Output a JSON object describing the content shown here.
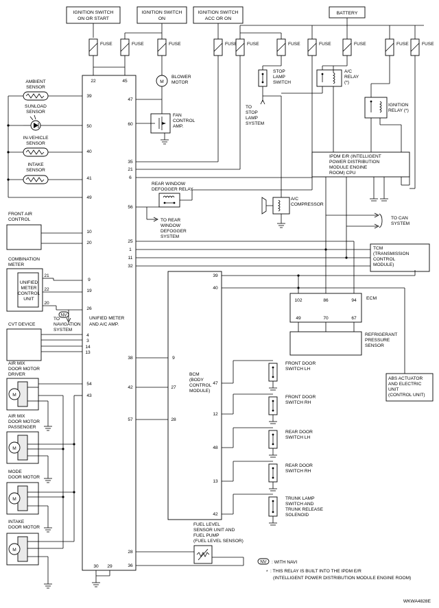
{
  "power_sources": {
    "ign_on_start": [
      "IGNITION SWITCH",
      "ON OR START"
    ],
    "ign_on": [
      "IGNITION SWITCH",
      "ON"
    ],
    "ign_acc": [
      "IGNITION SWITCH",
      "ACC OR ON"
    ],
    "battery": "BATTERY"
  },
  "fuse_label": "FUSE",
  "unified_meter": {
    "title": [
      "UNIFIED METER",
      "AND A/C AMP."
    ],
    "pins_left": [
      "39",
      "50",
      "40",
      "41",
      "49",
      "10",
      "20",
      "9",
      "19",
      "26",
      "4",
      "3",
      "14",
      "13",
      "54",
      "43"
    ],
    "pins_right": [
      "47",
      "60",
      "35",
      "21",
      "6",
      "56",
      "25",
      "1",
      "11",
      "32",
      "38",
      "42",
      "57",
      "28",
      "36"
    ],
    "pins_top": [
      "22",
      "45"
    ],
    "pins_bottom": [
      "30",
      "29"
    ]
  },
  "sensors": {
    "ambient": [
      "AMBIENT",
      "SENSOR"
    ],
    "sunload": [
      "SUNLOAD",
      "SENSOR"
    ],
    "in_vehicle": [
      "IN-VEHICLE",
      "SENSOR"
    ],
    "intake": [
      "INTAKE",
      "SENSOR"
    ]
  },
  "front_air_control": [
    "FRONT AIR",
    "CONTROL"
  ],
  "combination_meter": {
    "title": [
      "COMBINATION",
      "METER"
    ],
    "unit": [
      "UNIFIED",
      "METER",
      "CONTROL",
      "UNIT"
    ],
    "pins": [
      "21",
      "22",
      "20"
    ]
  },
  "navi_badge": "NV",
  "to_navigation": [
    "TO",
    "NAVIGATION",
    "SYSTEM"
  ],
  "cvt_device": "CVT DEVICE",
  "motors": {
    "driver": [
      "AIR MIX",
      "DOOR MOTOR",
      "DRIVER"
    ],
    "passenger": [
      "AIR MIX",
      "DOOR MOTOR",
      "PASSENGER"
    ],
    "mode": [
      "MODE",
      "DOOR MOTOR"
    ],
    "intake": [
      "INTAKE",
      "DOOR MOTOR"
    ],
    "symbol": "M"
  },
  "blower_motor": [
    "BLOWER",
    "MOTOR"
  ],
  "fan_control": [
    "FAN",
    "CONTROL",
    "AMP."
  ],
  "rear_defogger_relay": [
    "REAR WINDOW",
    "DEFOGGER RELAY"
  ],
  "to_rear_defogger": [
    "TO REAR",
    "WINDOW",
    "DEFOGGER",
    "SYSTEM"
  ],
  "stop_lamp_switch": [
    "STOP",
    "LAMP",
    "SWITCH"
  ],
  "to_stop_lamp": [
    "TO",
    "STOP",
    "LAMP",
    "SYSTEM"
  ],
  "ac_relay": [
    "A/C",
    "RELAY",
    "(*)"
  ],
  "ignition_relay": [
    "IGNITION",
    "RELAY (*)"
  ],
  "ipdm": [
    "IPDM E/R (INTELLIGENT",
    "POWER DISTRIBUTION",
    "MODULE ENGINE",
    "ROOM) CPU"
  ],
  "ac_compressor": [
    "A/C",
    "COMPRESSOR"
  ],
  "to_can": [
    "TO CAN",
    "SYSTEM"
  ],
  "tcm": [
    "TCM",
    "(TRANSMISSION",
    "CONTROL",
    "MODULE)"
  ],
  "ecm": {
    "title": "ECM",
    "pins_top": [
      "102",
      "86",
      "94"
    ],
    "pins_bottom": [
      "49",
      "70",
      "67"
    ]
  },
  "refrigerant_sensor": [
    "REFRIGERANT",
    "PRESSURE",
    "SENSOR"
  ],
  "abs_unit": [
    "ABS ACTUATOR",
    "AND ELECTRIC",
    "UNIT",
    "(CONTROL UNIT)"
  ],
  "bcm": {
    "title": [
      "BCM",
      "(BODY",
      "CONTROL",
      "MODULE)"
    ],
    "pins_top": [
      "39",
      "40"
    ],
    "pins_left": [
      "9",
      "27",
      "28"
    ],
    "pins_right": [
      "47",
      "12",
      "48",
      "13",
      "42"
    ]
  },
  "door_switches": {
    "front_lh": [
      "FRONT DOOR",
      "SWITCH LH"
    ],
    "front_rh": [
      "FRONT DOOR",
      "SWITCH RH"
    ],
    "rear_lh": [
      "REAR DOOR",
      "SWITCH LH"
    ],
    "rear_rh": [
      "REAR DOOR",
      "SWITCH RH"
    ],
    "trunk": [
      "TRUNK LAMP",
      "SWITCH AND",
      "TRUNK RELEASE",
      "SOLENOID"
    ]
  },
  "fuel_sensor": [
    "FUEL LEVEL",
    "SENSOR UNIT AND",
    "FUEL PUMP",
    "(FUEL LEVEL SENSOR)"
  ],
  "legend": {
    "navi_badge": "NV",
    "navi_text": ": WITH NAVI",
    "star": "*",
    "relay_note": [
      ": THIS RELAY IS BUILT INTO THE IPDM E/R",
      "(INTELLIGENT POWER DISTRIBUTION MODULE ENGINE ROOM)"
    ]
  },
  "figure_code": "WKWA4828E"
}
